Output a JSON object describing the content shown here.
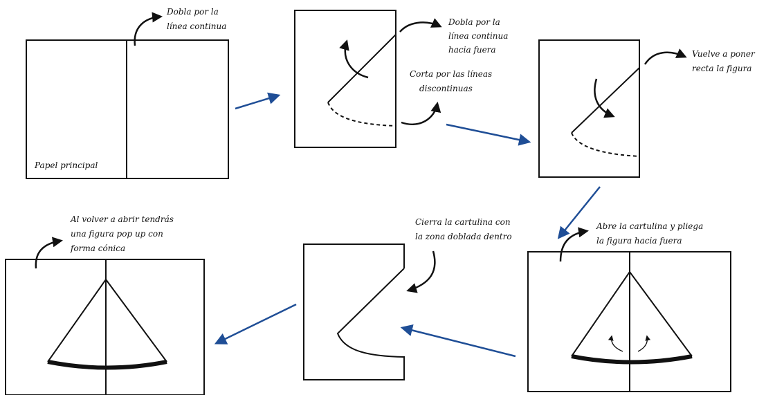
{
  "labels": {
    "step1_fold_line1": "Dobla por la",
    "step1_fold_line2": "línea continua",
    "step1_paper": "Papel principal",
    "step2_fold_line1": "Dobla por la",
    "step2_fold_line2": "línea continua",
    "step2_fold_line3": "hacia fuera",
    "step2_cut_line1": "Corta por las líneas",
    "step2_cut_line2": "discontinuas",
    "step3_line1": "Vuelve a poner",
    "step3_line2": "recta la figura",
    "step4_line1": "Abre la cartulina y pliega",
    "step4_line2": "la figura hacia fuera",
    "step5_line1": "Cierra la cartulina con",
    "step5_line2": "la zona doblada dentro",
    "step6_line1": "Al volver a abrir tendrás",
    "step6_line2": "una figura pop up con",
    "step6_line3": "forma cónica"
  },
  "colors": {
    "ink": "#111111",
    "flow_arrow": "#1f4e96",
    "background": "#ffffff"
  }
}
